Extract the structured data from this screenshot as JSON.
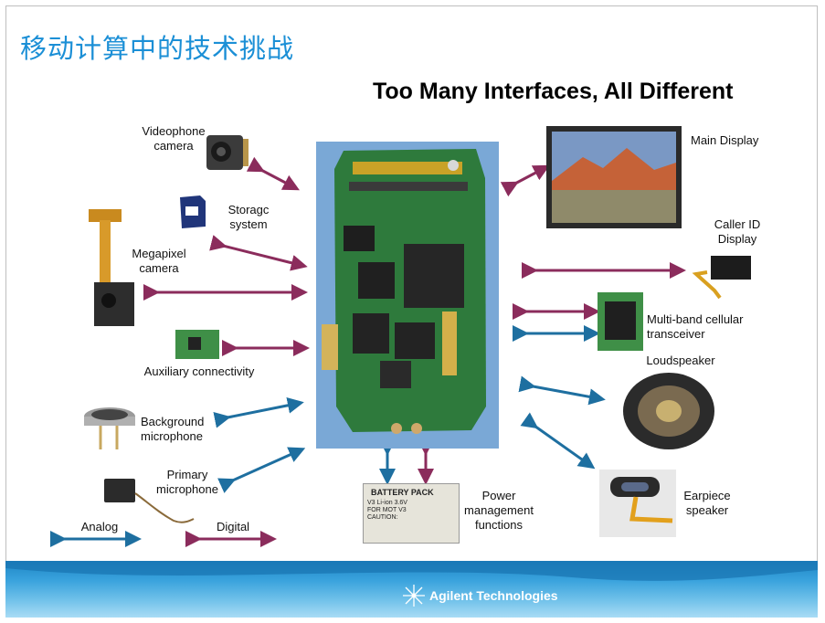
{
  "slide": {
    "title": "移动计算中的技术挑战",
    "subtitle": "Too Many Interfaces, All Different"
  },
  "labels": {
    "videophone": "Videophone camera",
    "storage": "Storagc system",
    "megapixel": "Megapixel camera",
    "auxiliary": "Auxiliary connectivity",
    "background_mic": "Background microphone",
    "primary_mic": "Primary microphone",
    "analog": "Analog",
    "digital": "Digital",
    "main_display": "Main Display",
    "caller_id": "Caller ID Display",
    "transceiver": "Multi-band cellular transceiver",
    "loudspeaker": "Loudspeaker",
    "earpiece": "Earpiece speaker",
    "power": "Power management functions"
  },
  "battery": {
    "header": "BATTERY PACK",
    "line1": "V3    Li-ion  3.6V",
    "line2": "FOR  MOT  V3",
    "line3": "CAUTION:"
  },
  "footer": {
    "brand": "Agilent Technologies"
  },
  "colors": {
    "title": "#1b8fd6",
    "arrow_purple": "#8b2c5c",
    "arrow_blue": "#1e6fa0",
    "footer_blue": "#1e86c6"
  }
}
